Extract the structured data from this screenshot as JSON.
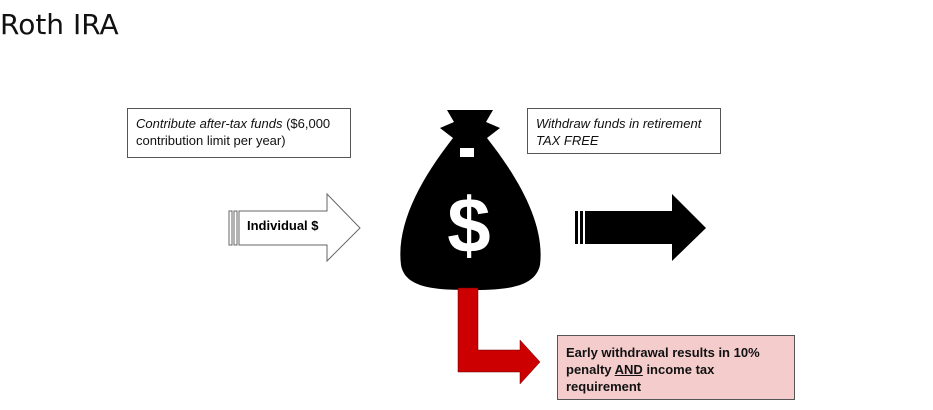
{
  "title": "Roth IRA",
  "contribute": {
    "italic": "Contribute after-tax funds",
    "rest": " ($6,000 contribution limit per year)"
  },
  "withdraw": {
    "line1": "Withdraw funds in retirement",
    "line2": "TAX FREE"
  },
  "input_arrow_label": "Individual $",
  "bag_symbol": "$",
  "early": {
    "pre": "Early withdrawal results in 10% penalty ",
    "underlined": "AND",
    "post": " income tax requirement"
  },
  "colors": {
    "red_arrow": "#cc0000",
    "penalty_box": "#f4cccc",
    "bag": "#000000"
  }
}
